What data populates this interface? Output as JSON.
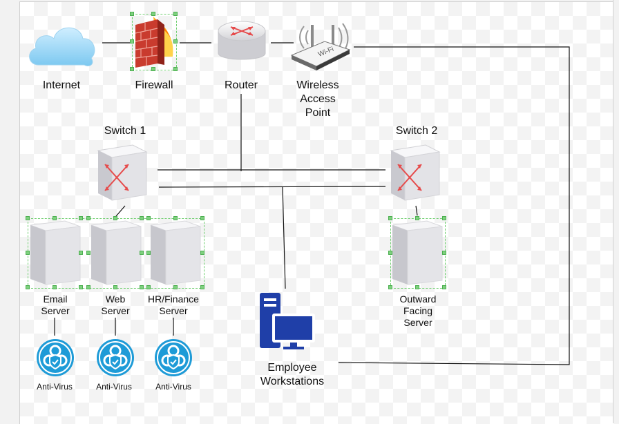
{
  "labels": {
    "internet": "Internet",
    "firewall": "Firewall",
    "router": "Router",
    "wap": "Wireless\nAccess\nPoint",
    "switch1": "Switch 1",
    "switch2": "Switch 2",
    "email_server": "Email\nServer",
    "web_server": "Web\nServer",
    "hr_server": "HR/Finance\nServer",
    "outward_server": "Outward\nFacing\nServer",
    "workstations": "Employee\nWorkstations",
    "antivirus": [
      "Anti-Virus",
      "Anti-Virus",
      "Anti-Virus"
    ]
  },
  "icons": {
    "internet": "cloud-icon",
    "firewall": "firewall-icon",
    "router": "router-icon",
    "wap": "wireless-access-point-icon",
    "switch": "switch-icon",
    "server": "server-icon",
    "workstation": "workstation-icon",
    "antivirus": "antivirus-shield-icon"
  },
  "colors": {
    "line": "#111111",
    "selection": "#6fcf6f",
    "workstation": "#1f3fa8",
    "antivirus": "#1e9bd7",
    "router_arrows": "#e64b4b"
  }
}
